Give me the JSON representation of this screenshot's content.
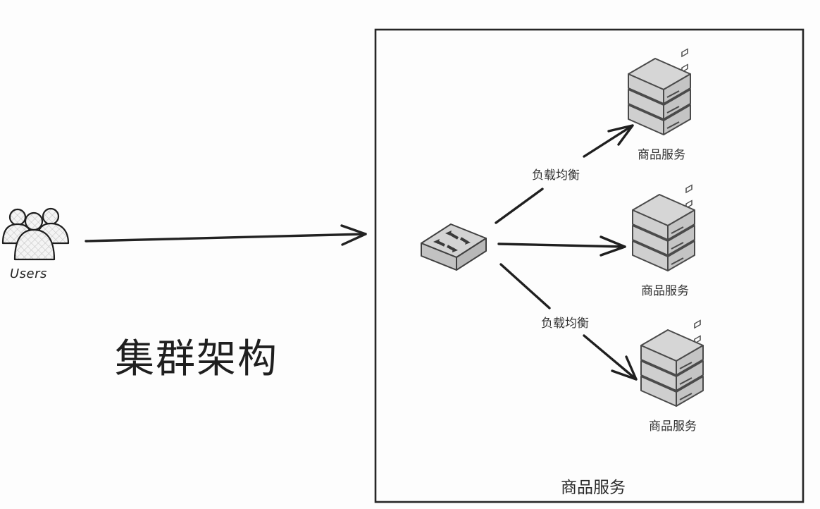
{
  "diagram": {
    "title": "集群架构",
    "users": {
      "label": "Users",
      "icon": "users-group-icon"
    },
    "cluster": {
      "label": "商品服务",
      "switch": {
        "icon": "network-switch-icon"
      },
      "servers": [
        {
          "label": "商品服务",
          "icon": "server-stack-icon"
        },
        {
          "label": "商品服务",
          "icon": "server-stack-icon"
        },
        {
          "label": "商品服务",
          "icon": "server-stack-icon"
        }
      ],
      "edges": [
        {
          "from": "switch",
          "to": "server-1",
          "label": "负载均衡"
        },
        {
          "from": "switch",
          "to": "server-2",
          "label": ""
        },
        {
          "from": "switch",
          "to": "server-3",
          "label": "负载均衡"
        }
      ]
    },
    "main_edge": {
      "from": "users",
      "to": "cluster",
      "label": ""
    },
    "colors": {
      "background": "#fdfdfd",
      "stroke": "#222222",
      "device_fill": "#c9c9c9",
      "device_top": "#d8d8d8"
    }
  }
}
